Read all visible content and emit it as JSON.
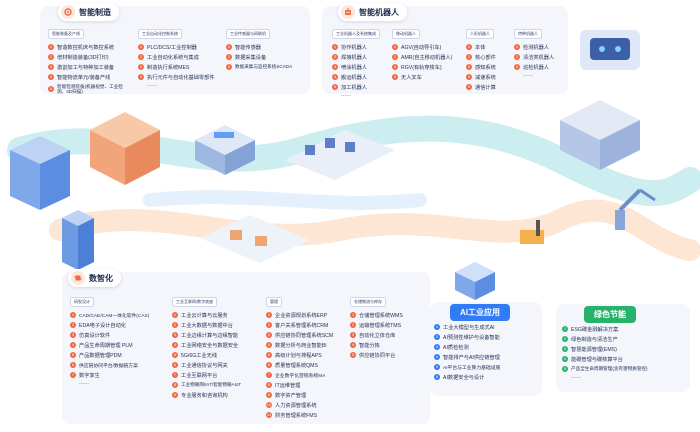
{
  "smart_mfg": {
    "title": "智能制造",
    "cols": [
      {
        "sub": "智能装备及产线",
        "items": [
          "智造数控机床与数控系统",
          "增材制造装备(3D打印)",
          "激割加工与特种加工装备",
          "智能物流单元/装备产线",
          "智能检测装备(机器视觉、工业检测、3D扫描)"
        ]
      },
      {
        "sub": "工业自动化控制系统",
        "items": [
          "PLC/DCS/工业控制器",
          "工业自动化系统与集成",
          "制造执行系统MES",
          "执行元件与自动化基础零部件"
        ]
      },
      {
        "sub": "工业传感器与网联机",
        "items": [
          "智能传感器",
          "数据采集设备",
          "数据采集与监控系统SCADA"
        ]
      }
    ]
  },
  "robot": {
    "title": "智能机器人",
    "cols": [
      {
        "sub": "工业机器人及系统集成",
        "items": [
          "协作机器人",
          "焊接机器人",
          "喷涂机器人",
          "搬运机器人",
          "加工机器人"
        ]
      },
      {
        "sub": "移动机器人",
        "items": [
          "AGV(自动导引车)",
          "AMR(自主移动机器人)",
          "RGV(有轨穿梭车)",
          "无人叉车"
        ]
      },
      {
        "sub": "人形机器人",
        "items": [
          "本体",
          "核心部件",
          "感知系统",
          "减速系统",
          "通信计算"
        ]
      },
      {
        "sub": "特种机器人",
        "items": [
          "检测机器人",
          "清洁类机器人",
          "巡检机器人"
        ]
      }
    ]
  },
  "digital": {
    "title": "数智化",
    "cols": [
      {
        "sub": "研发设计",
        "items": [
          "CAD/CAE/CAM一体化软件(CAX)",
          "EDA电子设计自动化",
          "仿真设计软件",
          "产品生命周期管理 PLM",
          "产品数据管理PDM",
          "供应链协同平台/数据链方案",
          "数字孪生"
        ]
      },
      {
        "sub": "工业互联网/数字底座",
        "items": [
          "工业云计算与云服务",
          "工业大数据与数据中台",
          "工业边缘计算与边缘智能",
          "工业网络安全与数据安全",
          "5G/6G工业无线",
          "工业通信协议与网关",
          "工业互联网平台",
          "工业物联网IIoT/智能物联AIoT",
          "专业服务和咨询机构"
        ]
      },
      {
        "sub": "管理",
        "items": [
          "企业资源规划系统ERP",
          "客户关系管理系统CRM",
          "供应链协同管理系统SCM",
          "数据分析与商业智能BI",
          "高级计划与排程APS",
          "质量管理系统QMS",
          "企业数字化营销系统MA",
          "IT运维管理",
          "数字资产管理",
          "人力资源管理系统",
          "财务管理系统FMS"
        ]
      },
      {
        "sub": "仓储物流与库存",
        "items": [
          "仓储管理系统WMS",
          "运输管理系统TMS",
          "自动化立体仓库",
          "智能分拣",
          "供应链协同平台"
        ]
      }
    ]
  },
  "ai": {
    "title": "AI工业应用",
    "items": [
      "工业大模型与生成式AI",
      "AI预测性维护与设备智能",
      "AI质检检测",
      "智能排产与AI供应链管理",
      "AI平台与工业算力基础设施",
      "AI数据安全与设计"
    ]
  },
  "green": {
    "title": "绿色节能",
    "items": [
      "ESG碳金融解决方案",
      "绿色制造与清洁生产",
      "智慧能源管理(EMS)",
      "能碳管理与碳核算平台",
      "产品全生命周期管理(含有害物质管控)"
    ]
  },
  "ellipsis": "……",
  "colors": {
    "accent_orange": "#ec6a44",
    "accent_blue": "#2f7cf6",
    "accent_green": "#27b26b",
    "path_teal": "#bde8ec",
    "path_peach": "#fde0c8"
  },
  "icons": [
    "gear-icon",
    "robot-icon",
    "chip-icon",
    "ai-icon",
    "leaf-icon"
  ]
}
